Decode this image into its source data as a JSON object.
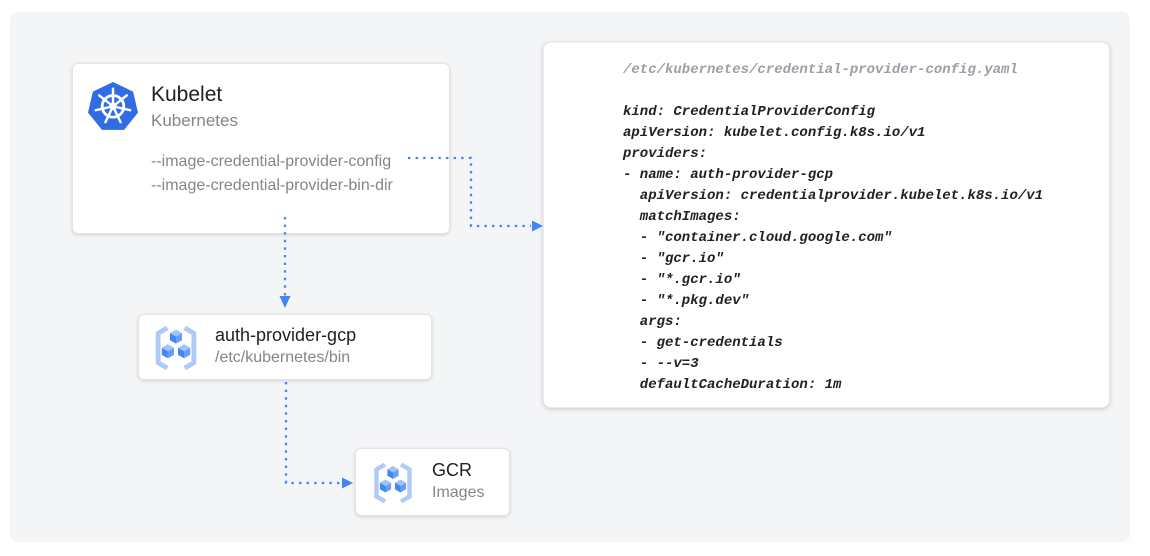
{
  "colors": {
    "arrow_blue": "#4285F4",
    "kubernetes_blue": "#326CE5",
    "registry_bracket_blue": "#AECBFA",
    "registry_cube_blue": "#4285F4",
    "canvas_background": "#f4f5f6",
    "title_text": "#212121",
    "muted_text": "#80868b",
    "code_text": "#212121",
    "filename_text": "#9aa0a6"
  },
  "icons": {
    "kubelet": "kubernetes-logo-icon",
    "auth_provider": "container-registry-icon",
    "gcr": "container-registry-icon"
  },
  "nodes": {
    "kubelet": {
      "title": "Kubelet",
      "subtitle": "Kubernetes",
      "flags": [
        "--image-credential-provider-config",
        "--image-credential-provider-bin-dir"
      ]
    },
    "auth_provider": {
      "title": "auth-provider-gcp",
      "subtitle": "/etc/kubernetes/bin"
    },
    "gcr": {
      "title": "GCR",
      "subtitle": "Images"
    }
  },
  "code_panel": {
    "filename": "/etc/kubernetes/credential-provider-config.yaml",
    "lines": [
      "kind: CredentialProviderConfig",
      "apiVersion: kubelet.config.k8s.io/v1",
      "providers:",
      "- name: auth-provider-gcp",
      "  apiVersion: credentialprovider.kubelet.k8s.io/v1",
      "  matchImages:",
      "  - \"container.cloud.google.com\"",
      "  - \"gcr.io\"",
      "  - \"*.gcr.io\"",
      "  - \"*.pkg.dev\"",
      "  args:",
      "  - get-credentials",
      "  - --v=3",
      "  defaultCacheDuration: 1m"
    ]
  }
}
